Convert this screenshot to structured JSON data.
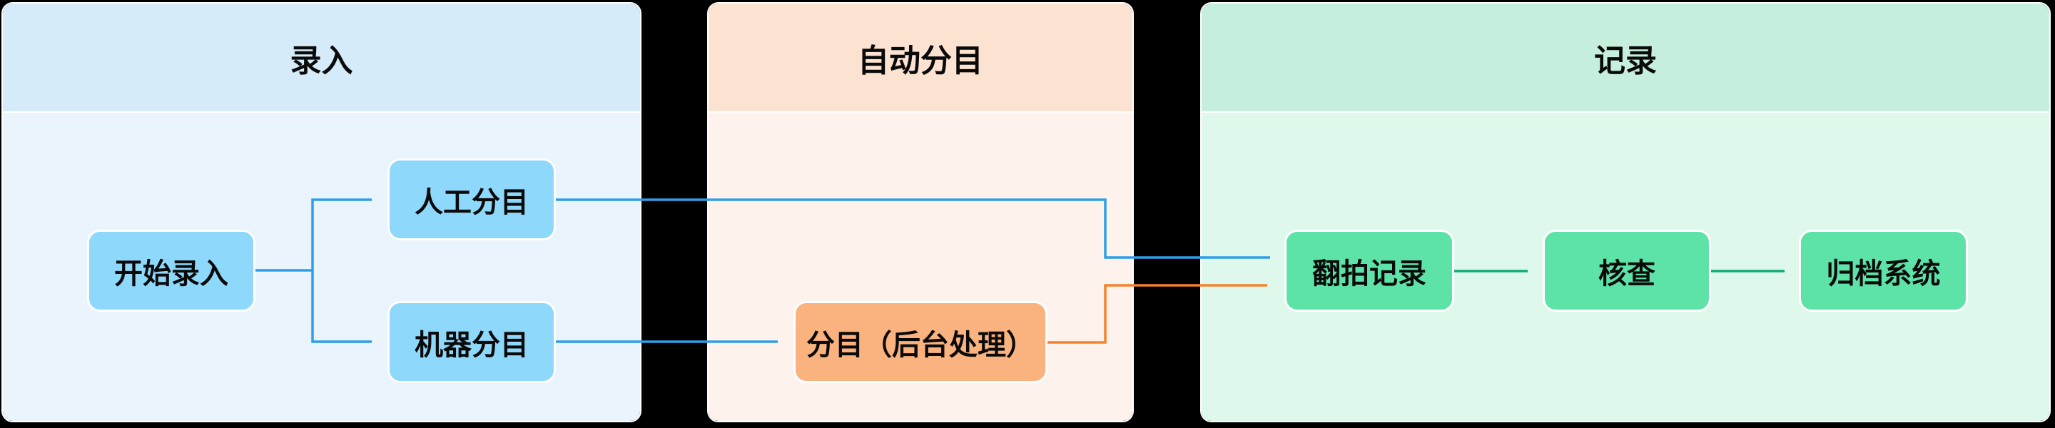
{
  "diagram": {
    "type": "swimlane-flowchart",
    "background_color": "#000000",
    "lanes": [
      {
        "id": "entry",
        "title": "录入",
        "header_bg": "#d6ebf9",
        "body_bg": "#eaf4fc"
      },
      {
        "id": "auto",
        "title": "自动分目",
        "header_bg": "#fce3d1",
        "body_bg": "#fdf2ec"
      },
      {
        "id": "record",
        "title": "记录",
        "header_bg": "#c5efdc",
        "body_bg": "#dff8ec"
      }
    ],
    "nodes": [
      {
        "id": "start-entry",
        "label": "开始录入",
        "lane": "录入",
        "fill": "#8ed8fb"
      },
      {
        "id": "manual-sort",
        "label": "人工分目",
        "lane": "录入",
        "fill": "#8ed8fb"
      },
      {
        "id": "machine-sort",
        "label": "机器分目",
        "lane": "录入",
        "fill": "#8ed8fb"
      },
      {
        "id": "sort-backend",
        "label": "分目（后台处理）",
        "lane": "自动分目",
        "fill": "#fab27e"
      },
      {
        "id": "reshoot-record",
        "label": "翻拍记录",
        "lane": "记录",
        "fill": "#5de3a8"
      },
      {
        "id": "check",
        "label": "核查",
        "lane": "记录",
        "fill": "#5de3a8"
      },
      {
        "id": "archive-system",
        "label": "归档系统",
        "lane": "记录",
        "fill": "#5de3a8"
      }
    ],
    "edges": [
      {
        "from": "start-entry",
        "to": "manual-sort",
        "color": "#2d9ee8"
      },
      {
        "from": "start-entry",
        "to": "machine-sort",
        "color": "#2d9ee8"
      },
      {
        "from": "manual-sort",
        "to": "reshoot-record",
        "color": "#2d9ee8"
      },
      {
        "from": "machine-sort",
        "to": "sort-backend",
        "color": "#2d9ee8"
      },
      {
        "from": "sort-backend",
        "to": "reshoot-record",
        "color": "#f5812c"
      },
      {
        "from": "reshoot-record",
        "to": "check",
        "color": "#0ead72"
      },
      {
        "from": "check",
        "to": "archive-system",
        "color": "#0ead72"
      }
    ]
  }
}
